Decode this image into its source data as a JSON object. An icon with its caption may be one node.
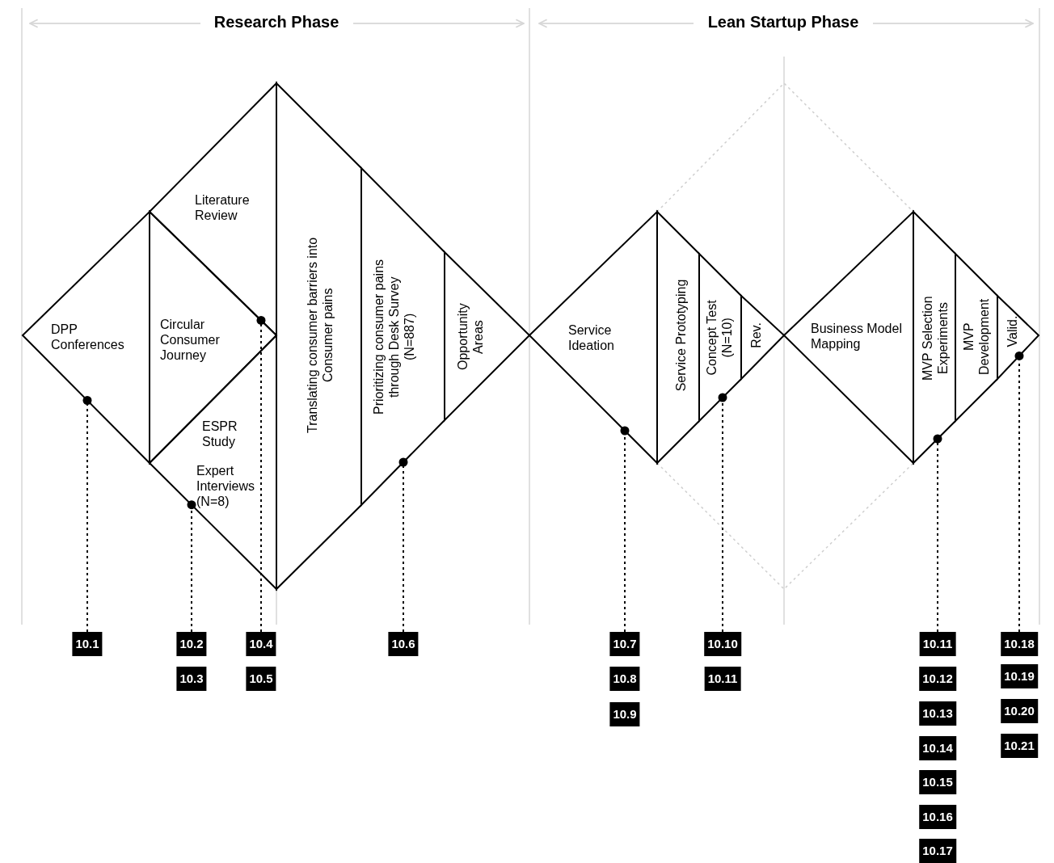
{
  "diagram": {
    "nodes": [
      {
        "text": [
          "DPP Conferences"
        ]
      },
      {
        "text": [
          "Literature Review"
        ]
      },
      {
        "text": [
          "Circular Consumer Journey"
        ]
      },
      {
        "text": [
          "ESPR Study",
          "Expert Interviews (N=8)"
        ]
      },
      {
        "text": [
          "Translating consumer barriers into Consumer pains"
        ]
      },
      {
        "text": [
          "Prioritizing consumer pains through Desk Survey (N=887)"
        ]
      },
      {
        "text": [
          "Opportunity Areas"
        ]
      },
      {
        "text": [
          "Service Ideation"
        ]
      },
      {
        "text": [
          "Service Prototyping"
        ]
      },
      {
        "text": [
          "Concept Test (N=10)"
        ]
      },
      {
        "text": [
          "Rev."
        ]
      },
      {
        "text": [
          "Business Model Mapping"
        ]
      },
      {
        "text": [
          "MVP Selection Experiments"
        ]
      },
      {
        "text": [
          "MVP Development"
        ]
      },
      {
        "text": [
          "Valid."
        ]
      },
      {
        "text": [
          "10.1"
        ]
      },
      {
        "text": [
          "10.2"
        ]
      },
      {
        "text": [
          "10.3"
        ]
      },
      {
        "text": [
          "10.4"
        ]
      },
      {
        "text": [
          "10.5"
        ]
      },
      {
        "text": [
          "10.6"
        ]
      },
      {
        "text": [
          "10.7"
        ]
      },
      {
        "text": [
          "10.8"
        ]
      },
      {
        "text": [
          "10.9"
        ]
      },
      {
        "text": [
          "10.10"
        ]
      },
      {
        "text": [
          "10.11"
        ]
      },
      {
        "text": [
          "10.11"
        ]
      },
      {
        "text": [
          "10.12"
        ]
      },
      {
        "text": [
          "10.13"
        ]
      },
      {
        "text": [
          "10.14"
        ]
      },
      {
        "text": [
          "10.15"
        ]
      },
      {
        "text": [
          "10.16"
        ]
      },
      {
        "text": [
          "10.17"
        ]
      },
      {
        "text": [
          "10.18"
        ]
      },
      {
        "text": [
          "10.19"
        ]
      },
      {
        "text": [
          "10.20"
        ]
      },
      {
        "text": [
          "10.21"
        ]
      }
    ],
    "edges": [
      {
        "from": 15,
        "to": 0,
        "arrow": "other"
      },
      {
        "from": 16,
        "to": 3,
        "arrow": "other"
      },
      {
        "from": 18,
        "to": 1,
        "arrow": "other"
      },
      {
        "from": 20,
        "to": 5,
        "arrow": "other"
      },
      {
        "from": 21,
        "to": 7,
        "arrow": "other"
      },
      {
        "from": 24,
        "to": 9,
        "arrow": "other"
      },
      {
        "from": 26,
        "to": 12,
        "arrow": "other"
      },
      {
        "from": 33,
        "to": 14,
        "arrow": "other"
      }
    ],
    "labels": [
      "Research Phase",
      "Lean Startup Phase"
    ]
  }
}
